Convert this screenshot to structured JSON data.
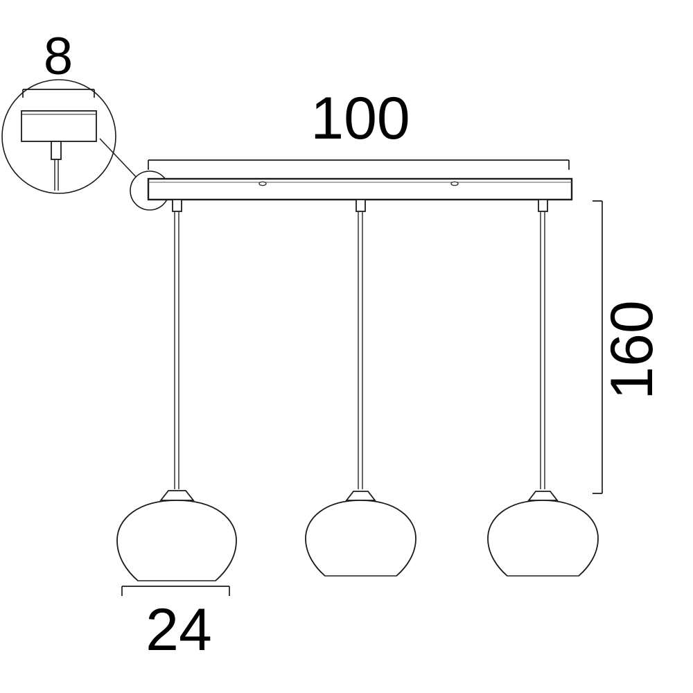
{
  "drawing": {
    "title": "Pendant Lamp Dimensional Drawing",
    "type": "technical-line-drawing",
    "units": "cm",
    "background_color": "#ffffff",
    "line_color": "#1a1a1a",
    "text_color": "#000000"
  },
  "dimensions": {
    "canopy_length": "100",
    "canopy_width_detail": "8",
    "drop_height": "160",
    "shade_diameter": "24"
  },
  "labels": {
    "width_detail": "8",
    "length": "100",
    "height": "160",
    "shade": "24"
  },
  "components": {
    "canopy": {
      "name": "Rectangular ceiling canopy bar",
      "screw_count": 2
    },
    "pendants": [
      {
        "name": "left-pendant",
        "shade": "ovoid glass shade"
      },
      {
        "name": "center-pendant",
        "shade": "ovoid glass shade"
      },
      {
        "name": "right-pendant",
        "shade": "ovoid glass shade"
      }
    ],
    "detail_callout": {
      "name": "canopy-end-section-detail",
      "magnified": true
    }
  }
}
